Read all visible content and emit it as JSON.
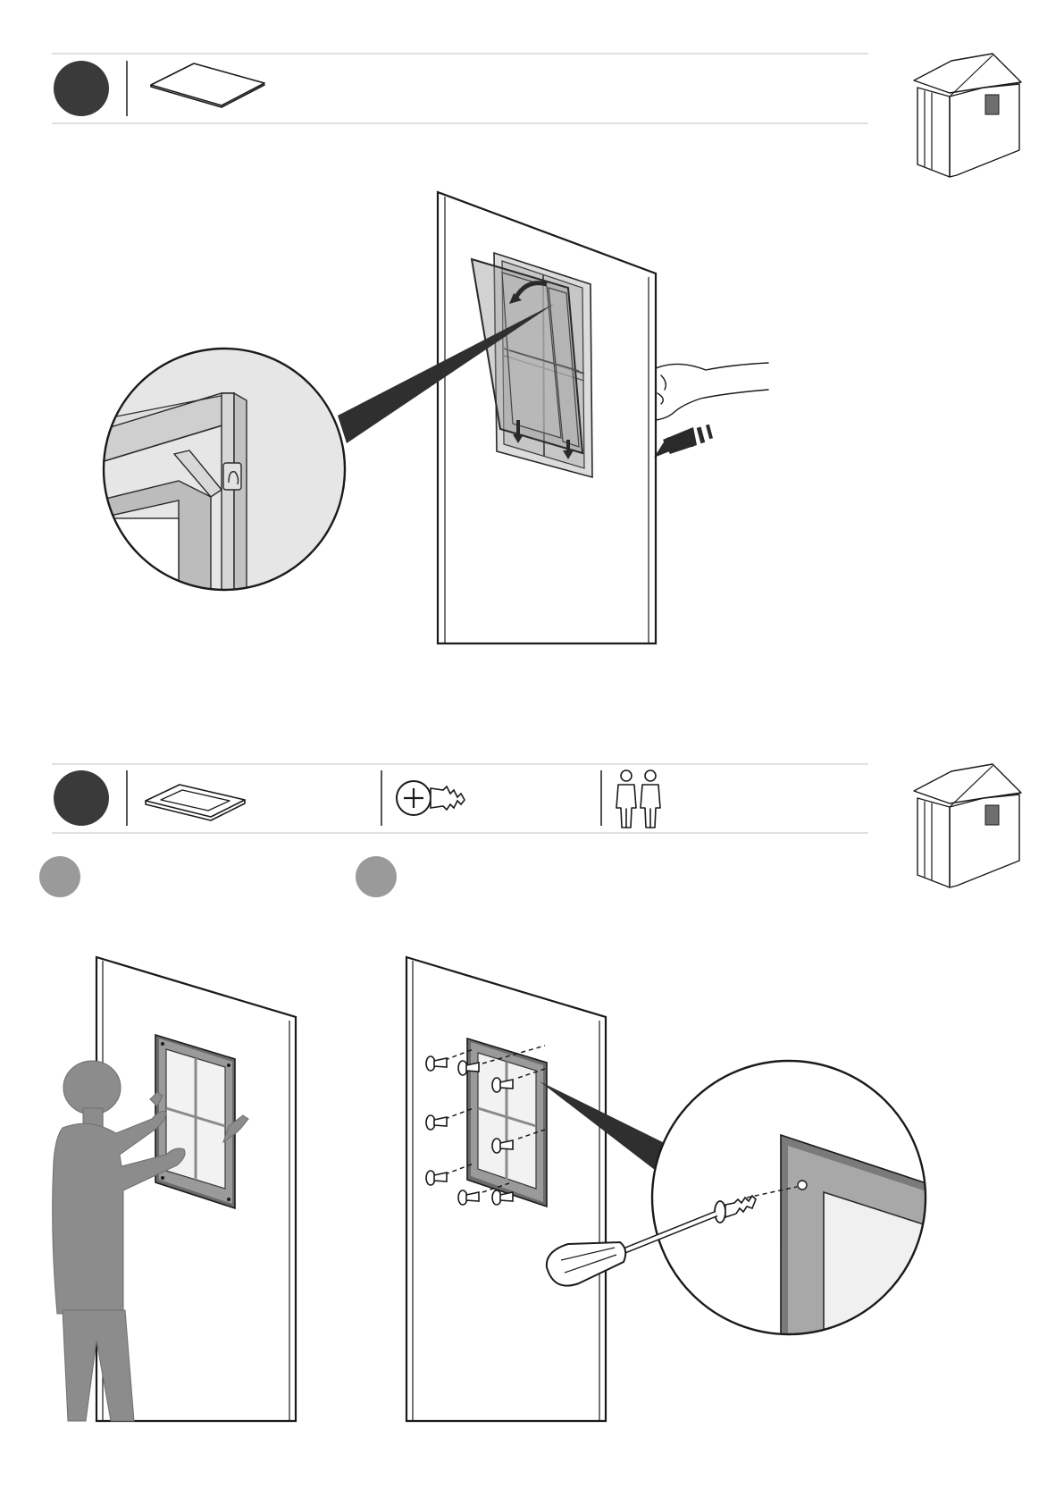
{
  "steps": [
    {
      "parts": [
        {
          "icon": "glass-pane-icon"
        }
      ],
      "shed_icon": "shed-window-location-icon",
      "detail": "window-retainer-clip-detail"
    },
    {
      "parts": [
        {
          "icon": "window-frame-icon"
        },
        {
          "icon": "screw-icon"
        },
        {
          "icon": "two-people-icon"
        }
      ],
      "shed_icon": "shed-window-location-icon",
      "substeps": [
        {
          "illustration": "person-holding-window-frame"
        },
        {
          "illustration": "screwing-window-frame",
          "tool": "screwdriver-icon"
        }
      ]
    }
  ],
  "colors": {
    "step_badge": "#3a3a3a",
    "substep_badge": "#9a9a9a",
    "rule": "#cfcfcf",
    "person": "#8c8c8c"
  }
}
